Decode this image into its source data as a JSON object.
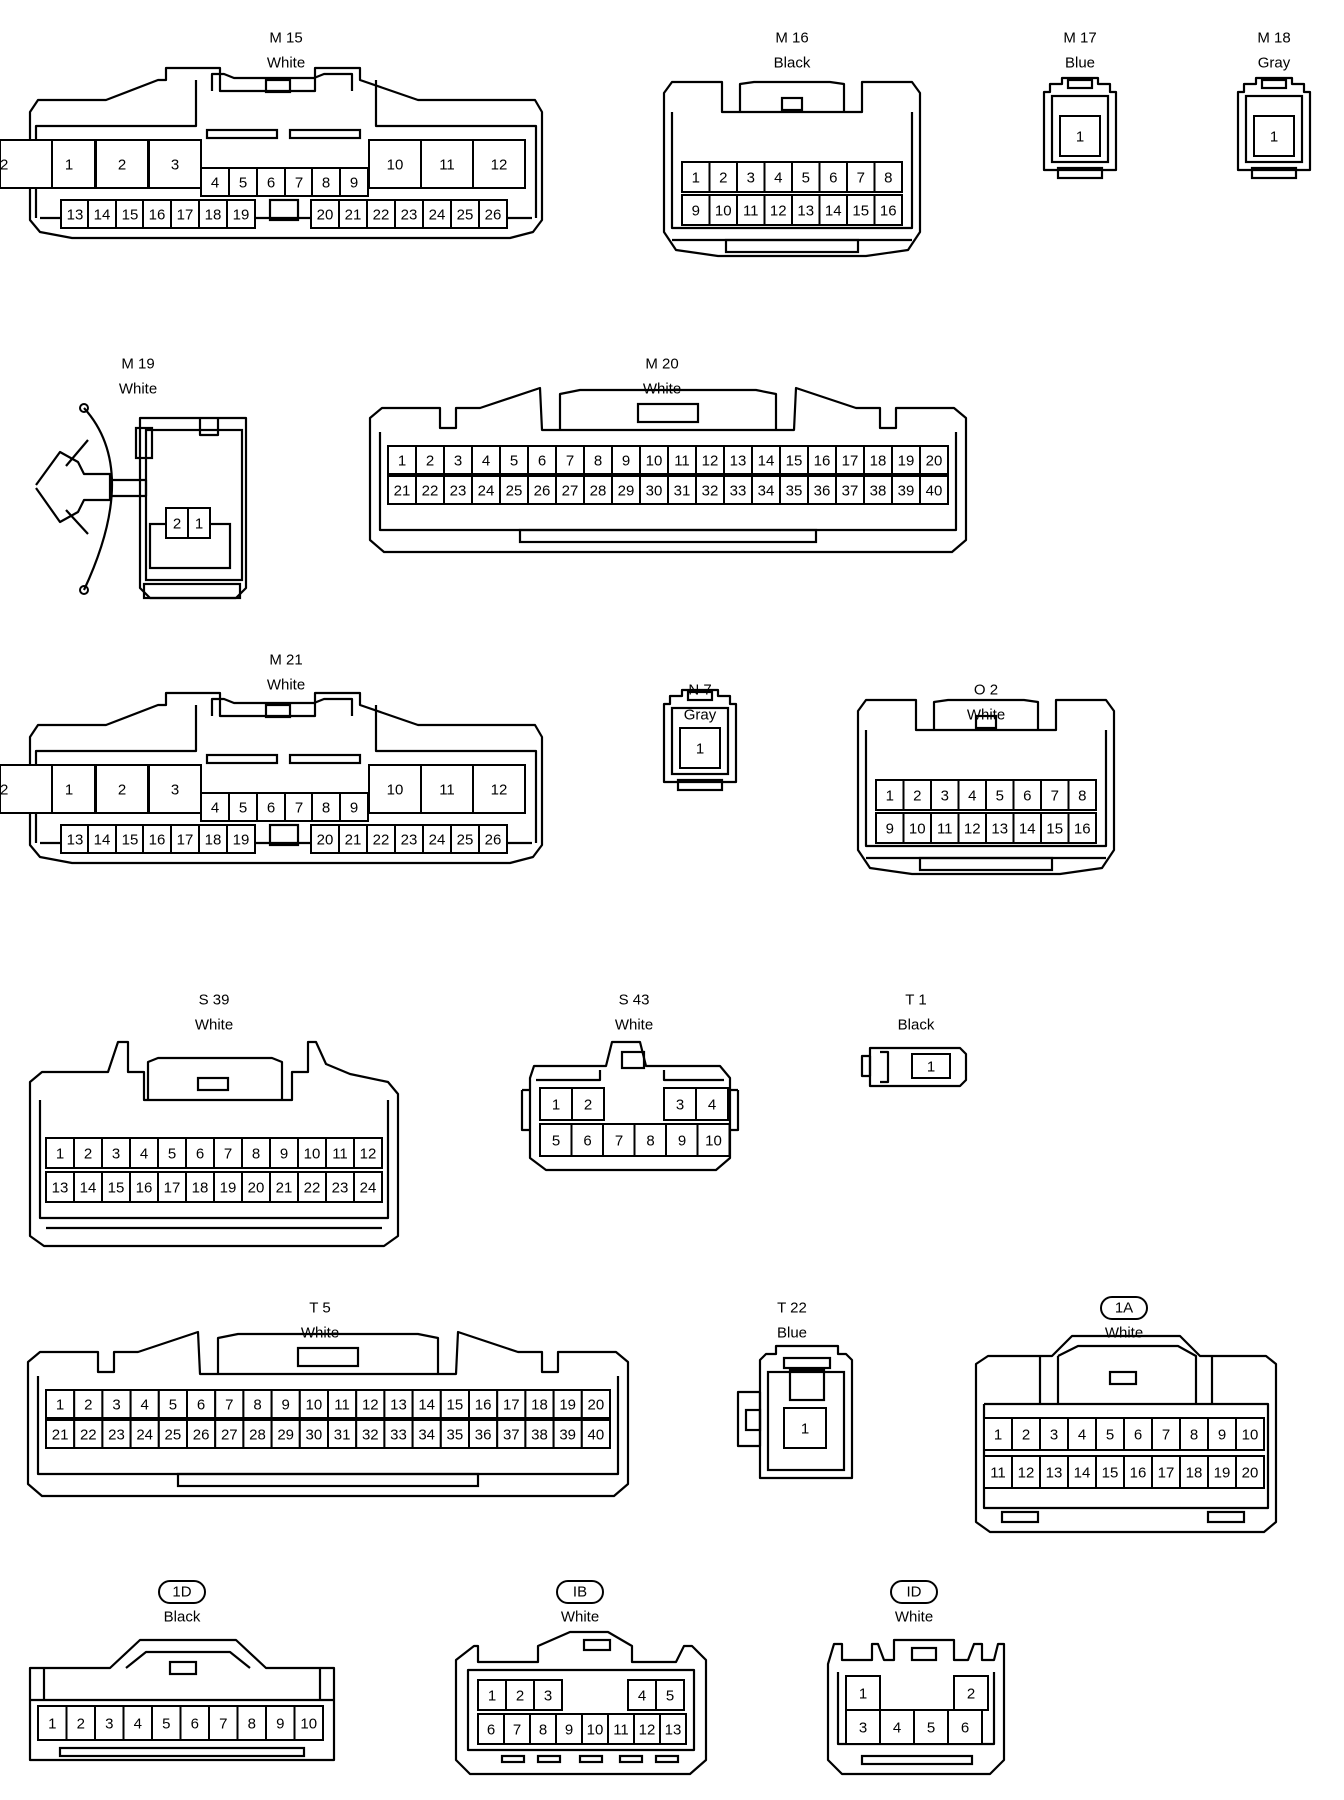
{
  "connectors": [
    {
      "id": "m15",
      "code": "M 15",
      "color": "White",
      "pins": [
        [
          {
            "s": "1"
          },
          {
            "s": "2"
          },
          {
            "s": "3"
          },
          {
            "s": "4"
          },
          {
            "s": "5"
          },
          {
            "s": "6"
          },
          {
            "s": "7"
          },
          {
            "s": "8"
          },
          {
            "s": "9"
          },
          {
            "s": "10"
          },
          {
            "s": "11"
          },
          {
            "s": "12"
          }
        ],
        [
          {
            "s": "13"
          },
          {
            "s": "14"
          },
          {
            "s": "15"
          },
          {
            "s": "16"
          },
          {
            "s": "17"
          },
          {
            "s": "18"
          },
          {
            "s": "19"
          },
          {
            "s": "20"
          },
          {
            "s": "21"
          },
          {
            "s": "22"
          },
          {
            "s": "23"
          },
          {
            "s": "24"
          },
          {
            "s": "25"
          },
          {
            "s": "26"
          }
        ]
      ]
    },
    {
      "id": "m16",
      "code": "M 16",
      "color": "Black",
      "pins": [
        [
          "1",
          "2",
          "3",
          "4",
          "5",
          "6",
          "7",
          "8"
        ],
        [
          "9",
          "10",
          "11",
          "12",
          "13",
          "14",
          "15",
          "16"
        ]
      ]
    },
    {
      "id": "m17",
      "code": "M 17",
      "color": "Blue",
      "pins": [
        [
          "1"
        ]
      ]
    },
    {
      "id": "m18",
      "code": "M 18",
      "color": "Gray",
      "pins": [
        [
          "1"
        ]
      ]
    },
    {
      "id": "m19",
      "code": "M 19",
      "color": "White",
      "pins": [
        [
          "2",
          "1"
        ]
      ]
    },
    {
      "id": "m20",
      "code": "M 20",
      "color": "White",
      "pins": [
        [
          "1",
          "2",
          "3",
          "4",
          "5",
          "6",
          "7",
          "8",
          "9",
          "10",
          "11",
          "12",
          "13",
          "14",
          "15",
          "16",
          "17",
          "18",
          "19",
          "20"
        ],
        [
          "21",
          "22",
          "23",
          "24",
          "25",
          "26",
          "27",
          "28",
          "29",
          "30",
          "31",
          "32",
          "33",
          "34",
          "35",
          "36",
          "37",
          "38",
          "39",
          "40"
        ]
      ]
    },
    {
      "id": "m21",
      "code": "M 21",
      "color": "White",
      "pins": [
        [
          "1",
          "2",
          "3",
          "4",
          "5",
          "6",
          "7",
          "8",
          "9",
          "10",
          "11",
          "12"
        ],
        [
          "13",
          "14",
          "15",
          "16",
          "17",
          "18",
          "19",
          "20",
          "21",
          "22",
          "23",
          "24",
          "25",
          "26"
        ]
      ]
    },
    {
      "id": "n7",
      "code": "N 7",
      "color": "Gray",
      "pins": [
        [
          "1"
        ]
      ]
    },
    {
      "id": "o2",
      "code": "O 2",
      "color": "White",
      "pins": [
        [
          "1",
          "2",
          "3",
          "4",
          "5",
          "6",
          "7",
          "8"
        ],
        [
          "9",
          "10",
          "11",
          "12",
          "13",
          "14",
          "15",
          "16"
        ]
      ]
    },
    {
      "id": "s39",
      "code": "S 39",
      "color": "White",
      "pins": [
        [
          "1",
          "2",
          "3",
          "4",
          "5",
          "6",
          "7",
          "8",
          "9",
          "10",
          "11",
          "12"
        ],
        [
          "13",
          "14",
          "15",
          "16",
          "17",
          "18",
          "19",
          "20",
          "21",
          "22",
          "23",
          "24"
        ]
      ]
    },
    {
      "id": "s43",
      "code": "S 43",
      "color": "White",
      "pins": [
        [
          "1",
          "2",
          "3",
          "4"
        ],
        [
          "5",
          "6",
          "7",
          "8",
          "9",
          "10"
        ]
      ]
    },
    {
      "id": "t1",
      "code": "T 1",
      "color": "Black",
      "pins": [
        [
          "1"
        ]
      ]
    },
    {
      "id": "t5",
      "code": "T 5",
      "color": "White",
      "pins": [
        [
          "1",
          "2",
          "3",
          "4",
          "5",
          "6",
          "7",
          "8",
          "9",
          "10",
          "11",
          "12",
          "13",
          "14",
          "15",
          "16",
          "17",
          "18",
          "19",
          "20"
        ],
        [
          "21",
          "22",
          "23",
          "24",
          "25",
          "26",
          "27",
          "28",
          "29",
          "30",
          "31",
          "32",
          "33",
          "34",
          "35",
          "36",
          "37",
          "38",
          "39",
          "40"
        ]
      ]
    },
    {
      "id": "t22",
      "code": "T 22",
      "color": "Blue",
      "pins": [
        [
          "1"
        ]
      ]
    },
    {
      "id": "1a",
      "code": "1A",
      "color": "White",
      "pins": [
        [
          "1",
          "2",
          "3",
          "4",
          "5",
          "6",
          "7",
          "8",
          "9",
          "10"
        ],
        [
          "11",
          "12",
          "13",
          "14",
          "15",
          "16",
          "17",
          "18",
          "19",
          "20"
        ]
      ]
    },
    {
      "id": "1d",
      "code": "1D",
      "color": "Black",
      "pins": [
        [
          "1",
          "2",
          "3",
          "4",
          "5",
          "6",
          "7",
          "8",
          "9",
          "10"
        ]
      ]
    },
    {
      "id": "ib",
      "code": "IB",
      "color": "White",
      "pins": [
        [
          "1",
          "2",
          "3",
          "4",
          "5"
        ],
        [
          "6",
          "7",
          "8",
          "9",
          "10",
          "11",
          "12",
          "13"
        ]
      ]
    },
    {
      "id": "id",
      "code": "ID",
      "color": "White",
      "pins": [
        [
          "1",
          "2"
        ],
        [
          "3",
          "4",
          "5",
          "6"
        ]
      ]
    }
  ]
}
